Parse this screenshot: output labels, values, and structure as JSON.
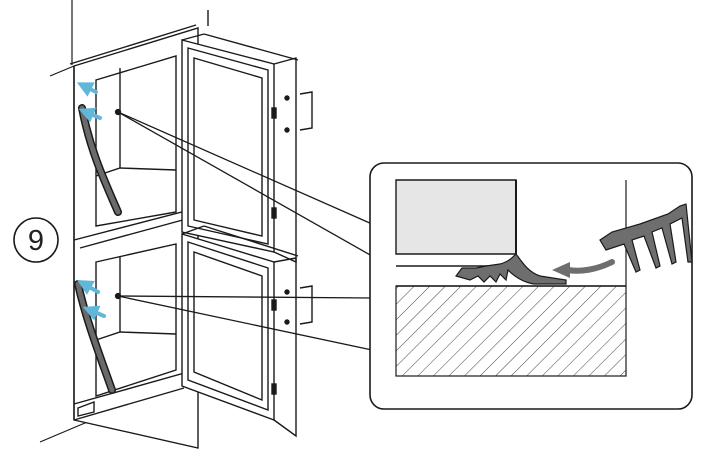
{
  "step": {
    "number": "9"
  },
  "colors": {
    "line": "#1a1a1a",
    "gasket": "#5a5a5a",
    "arrow_blue": "#62b7d9",
    "arrow_gray": "#6e6e6e",
    "panel_fill": "#e6e6e6",
    "hatch": "#444444"
  },
  "icons": [
    "circled-step-number",
    "insert-arrow-icon",
    "gasket-profile",
    "hatched-cabinet-wall"
  ]
}
